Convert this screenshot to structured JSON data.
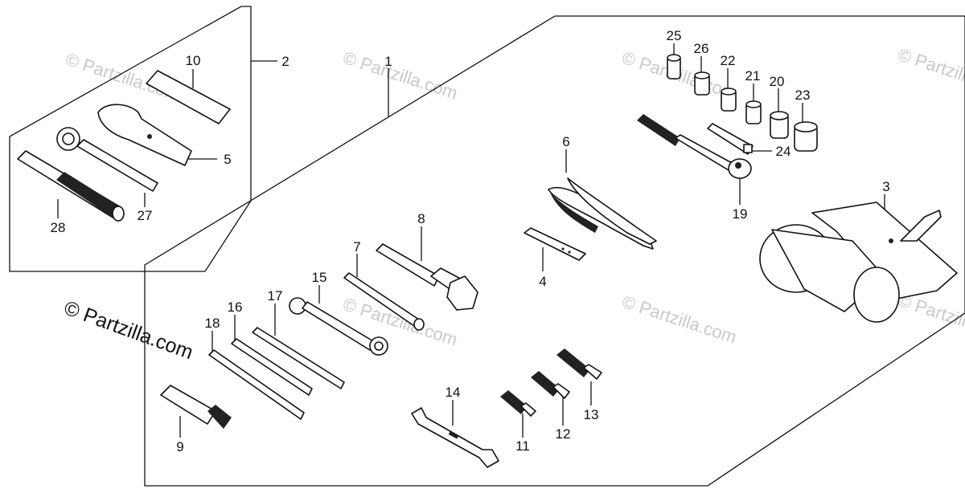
{
  "watermark": {
    "text": "© Partzilla.com"
  },
  "copyright": {
    "text": "© Partzilla.com"
  },
  "parts": [
    {
      "num": "1"
    },
    {
      "num": "2"
    },
    {
      "num": "3"
    },
    {
      "num": "4"
    },
    {
      "num": "5"
    },
    {
      "num": "6"
    },
    {
      "num": "7"
    },
    {
      "num": "8"
    },
    {
      "num": "9"
    },
    {
      "num": "10"
    },
    {
      "num": "11"
    },
    {
      "num": "12"
    },
    {
      "num": "13"
    },
    {
      "num": "14"
    },
    {
      "num": "15"
    },
    {
      "num": "16"
    },
    {
      "num": "17"
    },
    {
      "num": "18"
    },
    {
      "num": "19"
    },
    {
      "num": "20"
    },
    {
      "num": "21"
    },
    {
      "num": "22"
    },
    {
      "num": "23"
    },
    {
      "num": "24"
    },
    {
      "num": "25"
    },
    {
      "num": "26"
    },
    {
      "num": "27"
    },
    {
      "num": "28"
    }
  ]
}
